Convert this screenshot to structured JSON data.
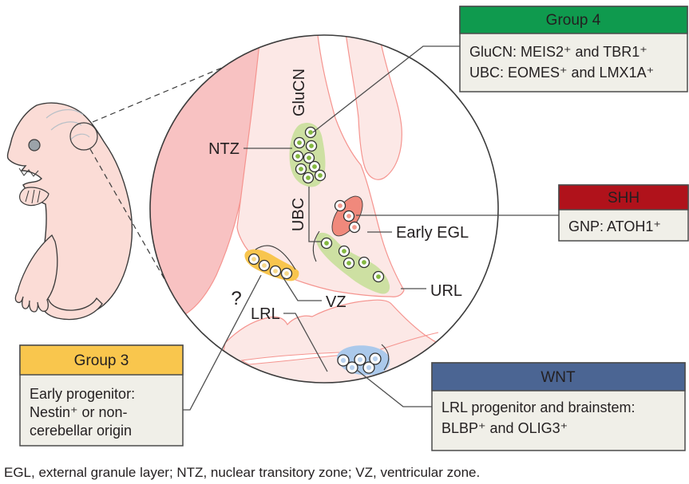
{
  "figure": {
    "caption": "EGL, external granule layer; NTZ, nuclear transitory zone; VZ, ventricular zone.",
    "labels": {
      "ntz": "NTZ",
      "glucn": "GluCN",
      "ubc": "UBC",
      "early_egl": "Early EGL",
      "url": "URL",
      "vz": "VZ",
      "lrl": "LRL",
      "unknown_origin": "?"
    },
    "callouts": {
      "group4": {
        "title": "Group 4",
        "header_color": "#0f9a4e",
        "title_color": "#ffffff",
        "lines": [
          "GluCN: MEIS2⁺ and TBR1⁺",
          "UBC: EOMES⁺ and LMX1A⁺"
        ]
      },
      "shh": {
        "title": "SHH",
        "header_color": "#b0121b",
        "title_color": "#ffffff",
        "lines": [
          "GNP: ATOH1⁺"
        ]
      },
      "group3": {
        "title": "Group 3",
        "header_color": "#f9c64d",
        "title_color": "#231f20",
        "lines": [
          "Early progenitor:",
          "Nestin⁺ or non-",
          "cerebellar origin"
        ]
      },
      "wnt": {
        "title": "WNT",
        "header_color": "#4b6593",
        "title_color": "#ffffff",
        "lines": [
          "LRL progenitor and brainstem:",
          "BLBP⁺ and OLIG3⁺"
        ]
      }
    },
    "cluster_colors": {
      "glutamatergic_green": "#cde0a2",
      "egl_red": "#f0897c",
      "vz_yellow": "#f8c54e",
      "lrl_blue": "#abc9eb"
    },
    "tissue_colors": {
      "dark_pink": "#f8c2c2",
      "light_pink": "#fce8e6",
      "edge_salmon": "#f5948f",
      "embryo_pink": "#fbdcd6"
    },
    "panel": {
      "body_bg": "#f0efe8",
      "border": "#4b4b4b"
    }
  }
}
